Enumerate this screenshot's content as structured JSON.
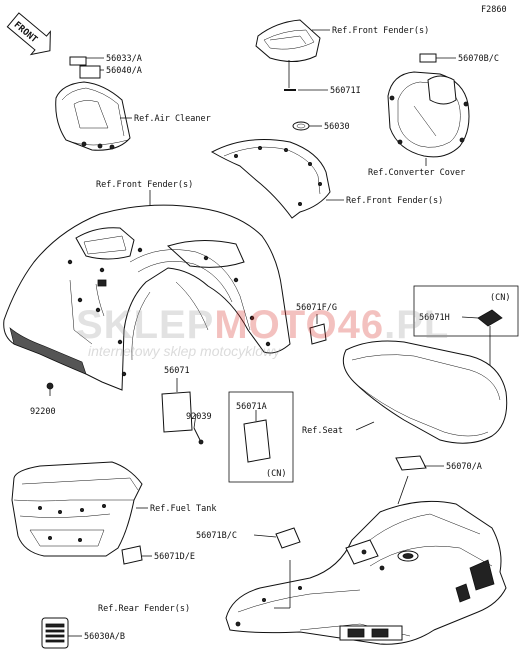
{
  "figure_code": "F2860",
  "arrow_label": "FRONT",
  "watermark": {
    "brand_grey": "SKLEP",
    "brand_red": "MOTO46",
    "brand_suffix": ".PL",
    "tagline": "internetowy sklep motocyklowy",
    "red_color": "#d7261e"
  },
  "labels": {
    "ref_front_fender_top": "Ref.Front Fender(s)",
    "p56070bc": "56070B/C",
    "p56033a": "56033/A",
    "p56040a": "56040/A",
    "p56071i": "56071I",
    "ref_air_cleaner": "Ref.Air Cleaner",
    "p56030": "56030",
    "ref_converter_cover": "Ref.Converter Cover",
    "ref_front_fender_left": "Ref.Front Fender(s)",
    "ref_front_fender_mid": "Ref.Front Fender(s)",
    "p56071fg": "56071F/G",
    "cn_1": "(CN)",
    "p56071h": "56071H",
    "p56071": "56071",
    "p92200": "92200",
    "p92039": "92039",
    "p56071a": "56071A",
    "cn_2": "(CN)",
    "ref_seat": "Ref.Seat",
    "p56070a": "56070/A",
    "ref_fuel_tank": "Ref.Fuel Tank",
    "p56071bc": "56071B/C",
    "p56071de": "56071D/E",
    "ref_rear_fender": "Ref.Rear Fender(s)",
    "p56030ab": "56030A/B"
  }
}
